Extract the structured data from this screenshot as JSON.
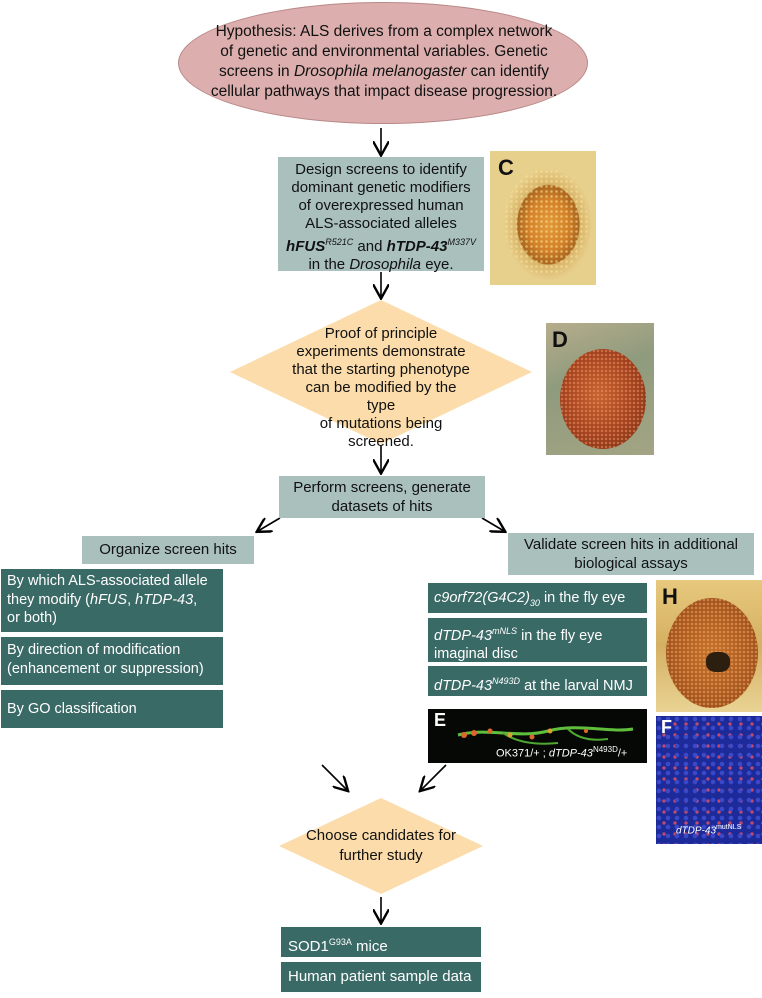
{
  "hypothesis": {
    "line1": "Hypothesis: ALS derives from a complex network",
    "line2": "of genetic and environmental variables.  Genetic",
    "line3_pre": "screens in ",
    "line3_em": "Drosophila melanogaster",
    "line3_post": " can identify",
    "line4": "cellular pathways that impact disease progression."
  },
  "design_screens": {
    "line1": "Design screens to identify",
    "line2": "dominant genetic modifiers",
    "line3": "of overexpressed human",
    "line4": "ALS-associated alleles",
    "allele1": "hFUS",
    "allele1_sup": "R521C",
    "and": " and ",
    "allele2": "hTDP-43",
    "allele2_sup": "M337V",
    "line6_pre": "in the ",
    "line6_em": "Drosophila",
    "line6_post": " eye."
  },
  "proof": {
    "line1": "Proof of principle",
    "line2": "experiments demonstrate",
    "line3": "that the starting phenotype",
    "line4": "can be modified by the type",
    "line5": "of mutations being",
    "line6": "screened."
  },
  "perform": {
    "line1": "Perform screens, generate",
    "line2": "datasets of hits"
  },
  "organize": {
    "label": "Organize screen hits"
  },
  "organize_items": {
    "allele_line1": "By which ALS-associated allele",
    "allele_line2_pre": "they modify (",
    "allele_hfus": "hFUS",
    "allele_sep": ", ",
    "allele_htdp": "hTDP-43",
    "allele_line2_post": ",",
    "allele_line3": "or both)",
    "direction_line1": "By direction of modification",
    "direction_line2": "(enhancement or suppression)",
    "go": "By GO classification"
  },
  "validate": {
    "line1": "Validate screen hits in additional",
    "line2": "biological assays"
  },
  "assays": {
    "c9_em": "c9orf72(G4C2)",
    "c9_sub": "30",
    "c9_post": " in the fly eye",
    "dtdp_em": "dTDP-43",
    "dtdp_sup": "mNLS",
    "dtdp_post": " in the fly eye",
    "dtdp_line2": "imaginal disc",
    "nmj_em": "dTDP-43",
    "nmj_sup": "N493D",
    "nmj_post": " at the larval NMJ"
  },
  "choose": {
    "line1": "Choose candidates for",
    "line2": "further study"
  },
  "mice": {
    "label": "SOD1",
    "sup": "G93A",
    "post": " mice"
  },
  "human": {
    "label": "Human patient sample data"
  },
  "panels": {
    "c": "C",
    "d": "D",
    "h": "H",
    "e": "E",
    "f": "F",
    "e_caption_pre": "OK371/+ ; ",
    "e_caption_em": "dTDP-43",
    "e_caption_sup": "N493D",
    "e_caption_post": "/+",
    "f_caption_em": "dTDP-43",
    "f_caption_sup": "mutNLS"
  },
  "colors": {
    "ellipse": "#dcaeae",
    "gray_box": "#a9c0bd",
    "diamond": "#fbdcaa",
    "teal_box": "#3a6a66"
  }
}
